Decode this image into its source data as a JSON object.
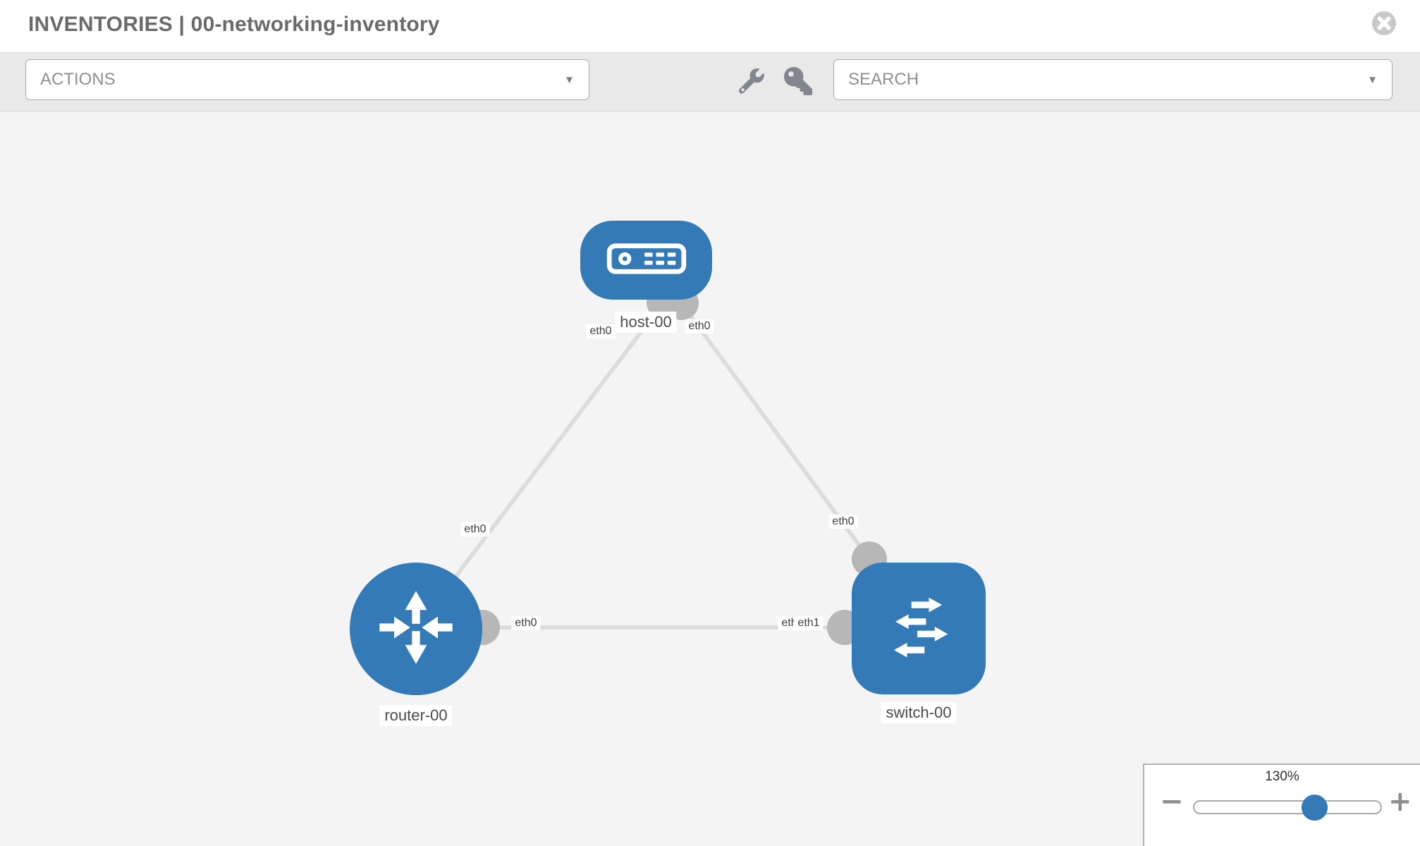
{
  "header": {
    "title": "INVENTORIES | 00-networking-inventory"
  },
  "toolbar": {
    "actions_label": "ACTIONS",
    "search_placeholder": "SEARCH"
  },
  "icons": {
    "caret_down": "▼",
    "close": "circle-x-icon",
    "wrench": "wrench-icon",
    "key": "key-icon"
  },
  "topology": {
    "nodes": [
      {
        "id": "host-00",
        "type": "host",
        "label": "host-00",
        "icon": "host-device-icon",
        "shape": "rounded-rect"
      },
      {
        "id": "router-00",
        "type": "router",
        "label": "router-00",
        "icon": "router-arrows-icon",
        "shape": "circle"
      },
      {
        "id": "switch-00",
        "type": "switch",
        "label": "switch-00",
        "icon": "switch-arrows-icon",
        "shape": "rounded-square"
      }
    ],
    "links": [
      {
        "from": "router-00",
        "from_interface": "eth0",
        "to": "host-00",
        "to_interface": "eth0"
      },
      {
        "from": "host-00",
        "from_interface": "eth0",
        "to": "switch-00",
        "to_interface": "eth0"
      },
      {
        "from": "router-00",
        "from_interface": "eth0",
        "to": "switch-00",
        "to_interface": "eth1",
        "to_interface_behind": "eth0"
      }
    ],
    "colors": {
      "node_blue": "#337ab7",
      "link_gray": "#dcdcdc",
      "connector_gray": "#b7b7b7",
      "canvas_bg": "#f4f4f4"
    }
  },
  "zoom_control": {
    "level_label": "130%",
    "minus_label": "−",
    "plus_label": "+"
  }
}
